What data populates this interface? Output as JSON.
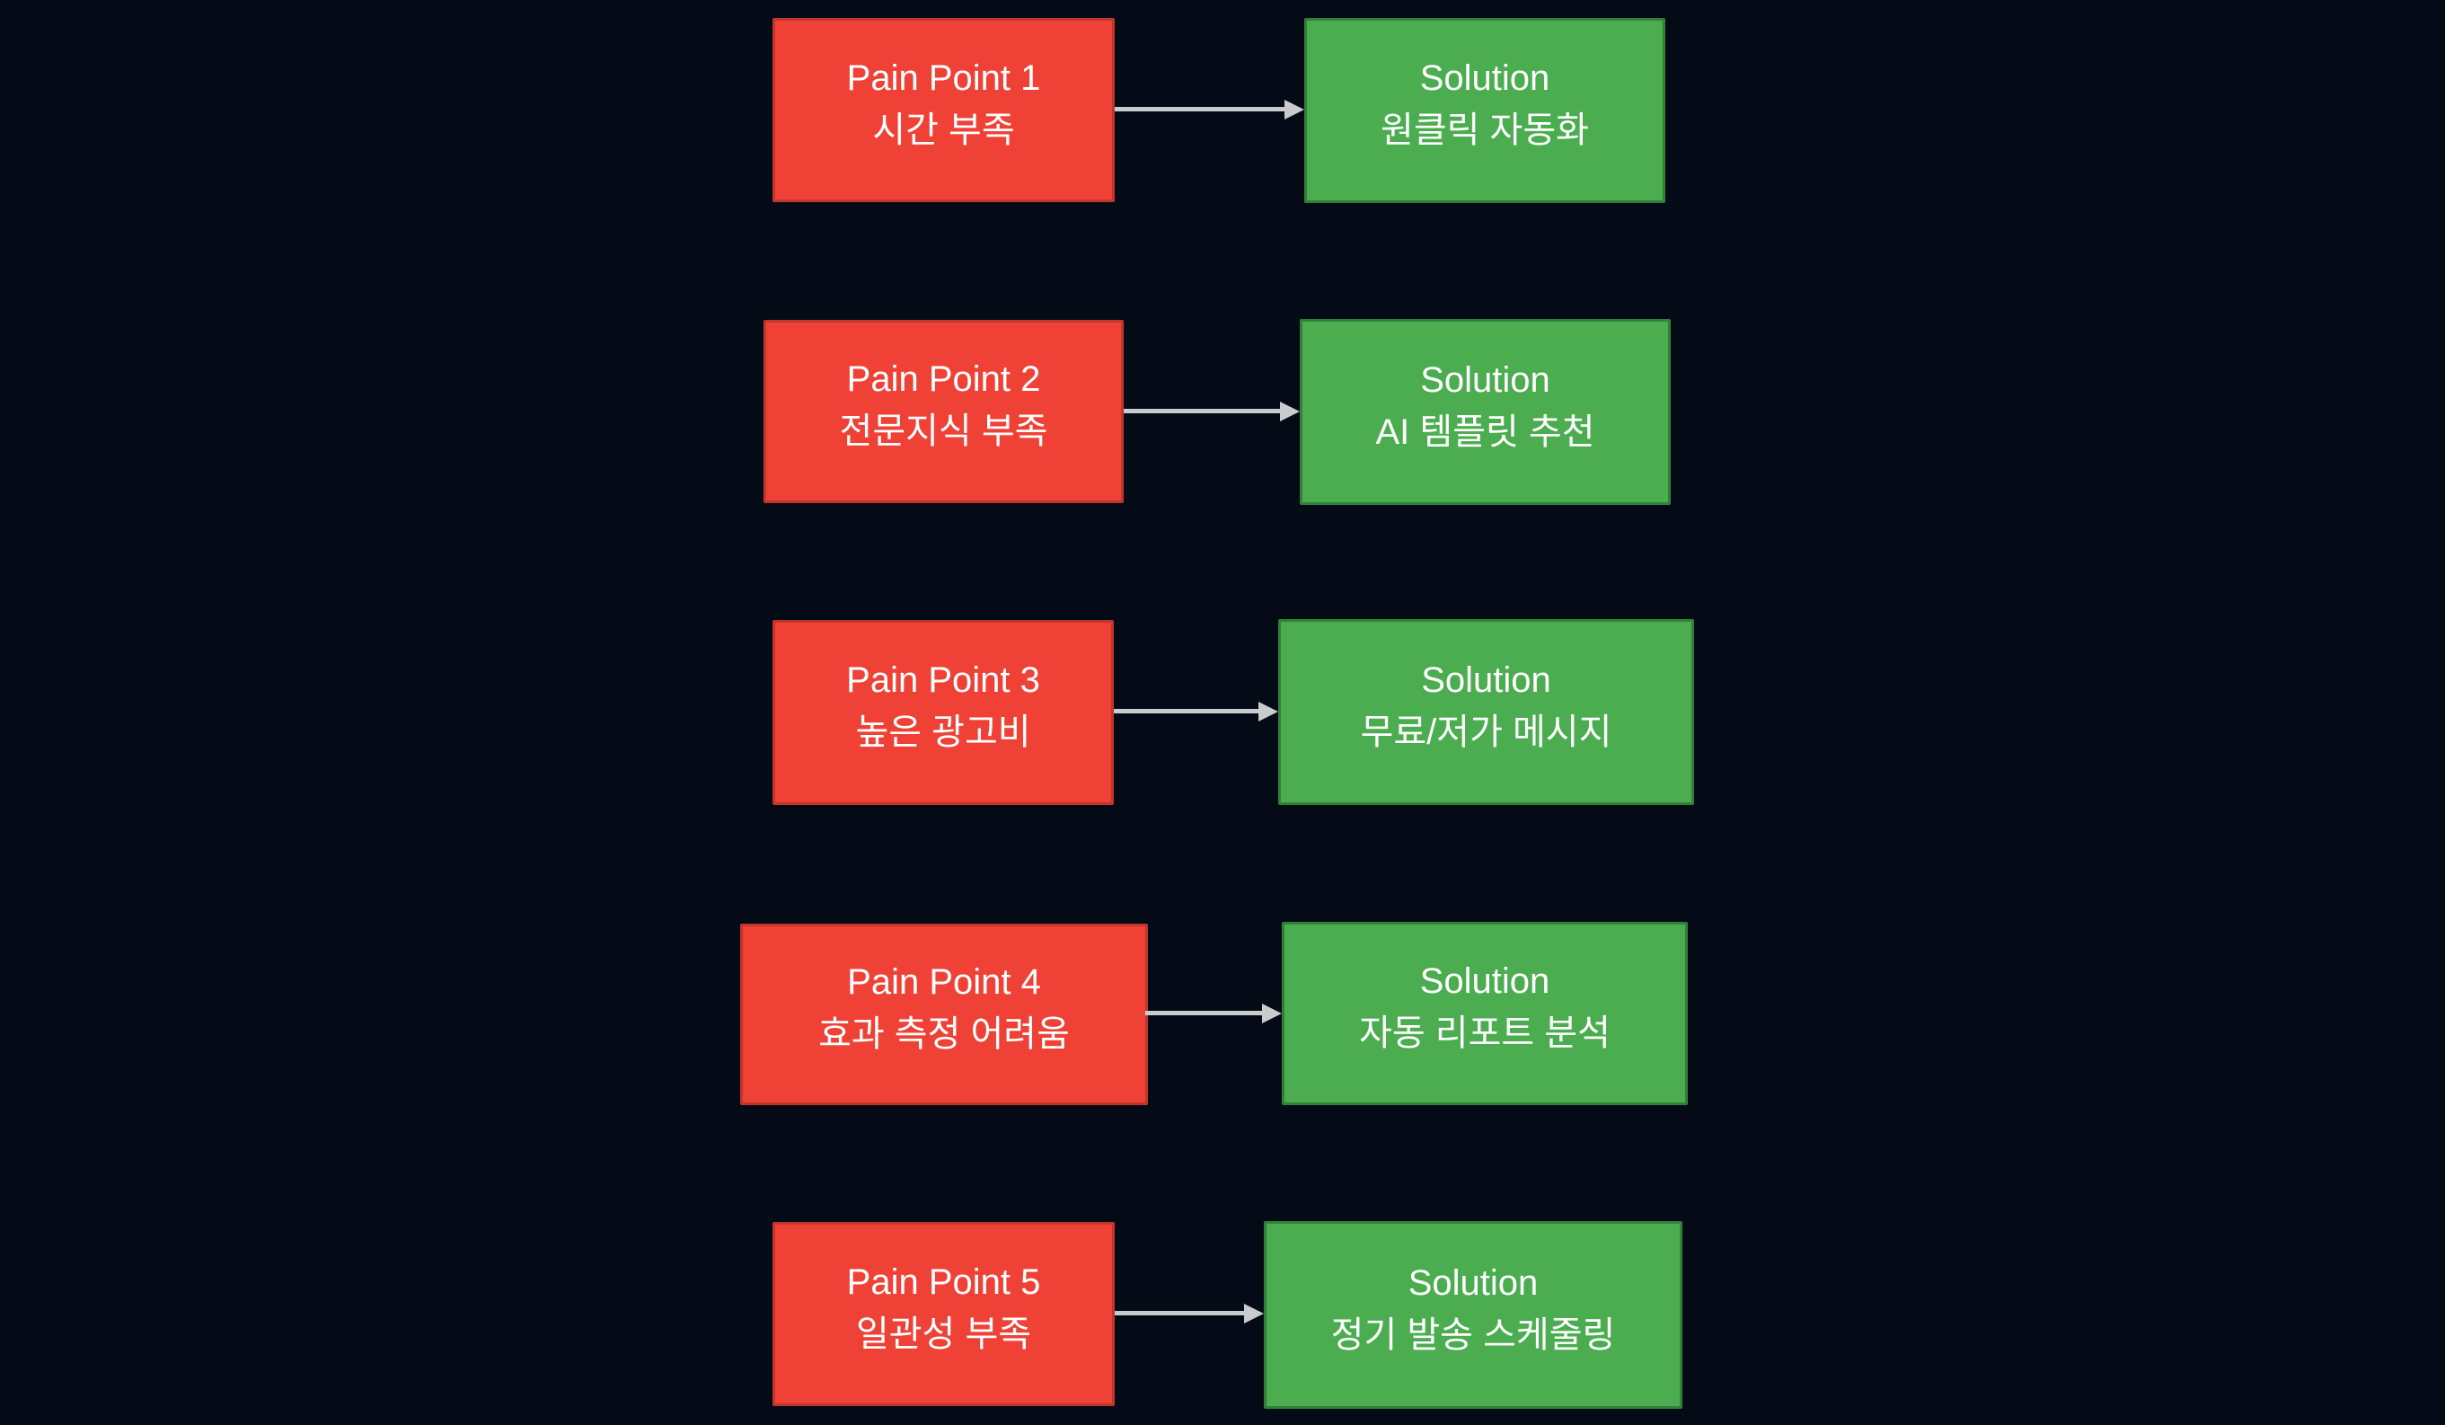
{
  "background": "#040a16",
  "colors": {
    "pain_fill": "#f04137",
    "pain_border": "#c2352a",
    "solution_fill": "#4bad50",
    "solution_border": "#31803a",
    "arrow": "#c9cbcd",
    "text": "#ffffff"
  },
  "rows": [
    {
      "pain": {
        "label": "Pain Point 1",
        "description": "시간 부족"
      },
      "solution": {
        "label": "Solution",
        "description": "원클릭 자동화"
      }
    },
    {
      "pain": {
        "label": "Pain Point 2",
        "description": "전문지식 부족"
      },
      "solution": {
        "label": "Solution",
        "description": "AI 템플릿 추천"
      }
    },
    {
      "pain": {
        "label": "Pain Point 3",
        "description": "높은 광고비"
      },
      "solution": {
        "label": "Solution",
        "description": "무료/저가 메시지"
      }
    },
    {
      "pain": {
        "label": "Pain Point 4",
        "description": "효과 측정 어려움"
      },
      "solution": {
        "label": "Solution",
        "description": "자동 리포트 분석"
      }
    },
    {
      "pain": {
        "label": "Pain Point 5",
        "description": "일관성 부족"
      },
      "solution": {
        "label": "Solution",
        "description": "정기 발송 스케줄링"
      }
    }
  ]
}
